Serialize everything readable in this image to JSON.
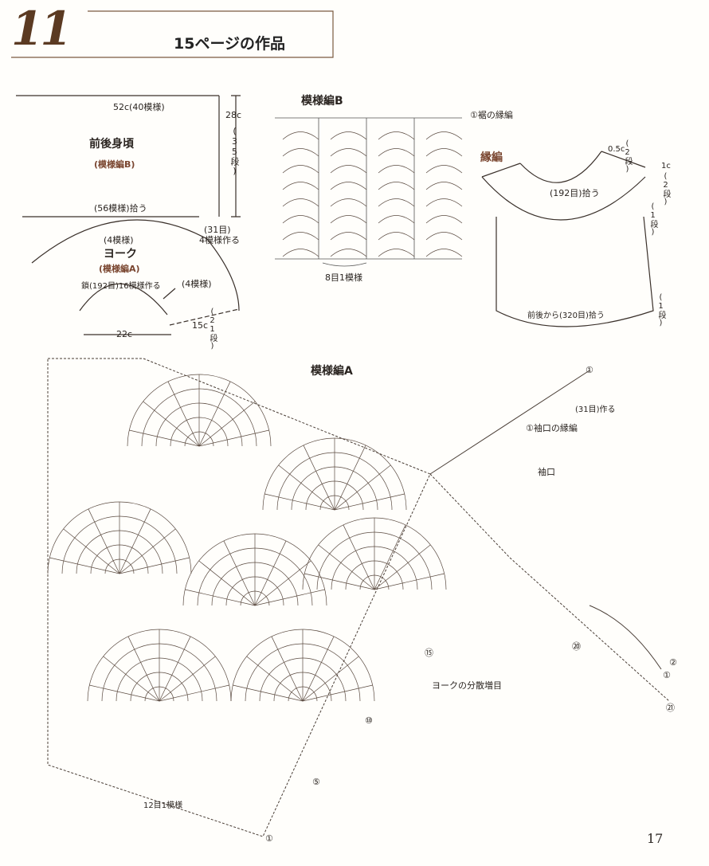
{
  "header": {
    "number": "11",
    "subtitle": "15ページの作品"
  },
  "body_diagram": {
    "width": "52c(40模様)",
    "title": "前後身頃",
    "pattern": "(模様編B)",
    "height": "28c",
    "rows": "(35段)",
    "pickup": "(56模様)拾う"
  },
  "yoke_diagram": {
    "top_pattern": "(4模様)",
    "title": "ヨーク",
    "pattern": "(模様編A)",
    "chain": "鎖(192目)16模様作る",
    "side_pattern": "(4模様)",
    "make": "(31目)",
    "make2": "4模様作る",
    "width": "22c",
    "depth": "15c",
    "rows": "(21段)"
  },
  "pattern_b": {
    "title": "模様編B",
    "hem_note": "①裾の縁編",
    "repeat": "8目1模様"
  },
  "edging": {
    "title": "縁編",
    "neck_width": "0.5c",
    "neck_rows": "(2段)",
    "neck_pickup": "(192目)拾う",
    "sleeve_width": "1c",
    "sleeve_rows": "(2段)",
    "under_rows": "(1段)",
    "hem_pickup": "前後から(320目)拾う",
    "hem_rows": "(1段)"
  },
  "pattern_a": {
    "title": "模様編A",
    "row1_top": "①",
    "chain_note": "(31目)作る",
    "cuff_note": "①袖口の縁編",
    "cuff_label": "袖口",
    "row20": "⑳",
    "row2": "②",
    "row1_cuff": "①",
    "row21": "㉑",
    "row15": "⑮",
    "increase_note": "ヨークの分散増目",
    "row10": "⑩",
    "row5": "⑤",
    "repeat": "12目1模様",
    "row1_bottom": "①"
  },
  "footer": {
    "page": "17"
  }
}
